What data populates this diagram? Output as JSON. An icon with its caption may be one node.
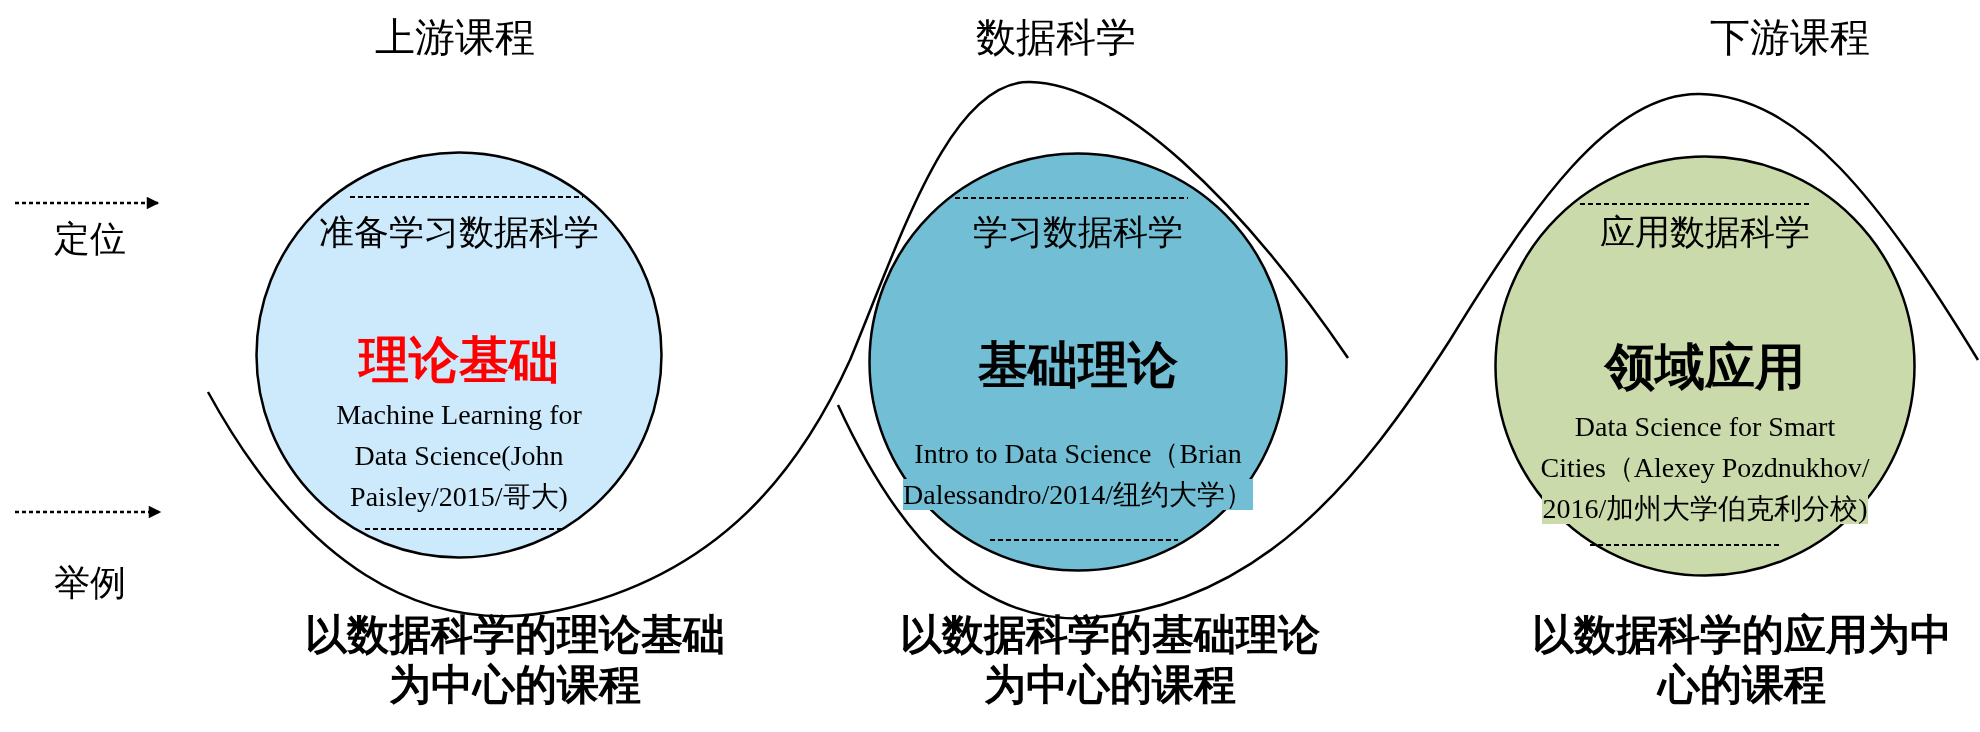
{
  "diagram": {
    "nodes": [
      {
        "text": [
          "准备学习数据科学",
          "理论基础",
          "Machine Learning for Data Science(John Paisley/2015/哥大)"
        ]
      },
      {
        "text": [
          "学习数据科学",
          "基础理论",
          "Intro to Data Science（Brian Dalessandro/2014/纽约大学）"
        ]
      },
      {
        "text": [
          "应用数据科学",
          "领域应用",
          "Data Science for Smart Cities（Alexey Pozdnukhov/ 2016/加州大学伯克利分校)"
        ]
      }
    ],
    "edges": [],
    "labels": [
      "上游课程",
      "数据科学",
      "下游课程",
      "定位",
      "举例",
      "以数据科学的理论基础为中心的课程",
      "以数据科学的基础理论为中心的课程",
      "以数据科学的应用为中心的课程"
    ]
  }
}
